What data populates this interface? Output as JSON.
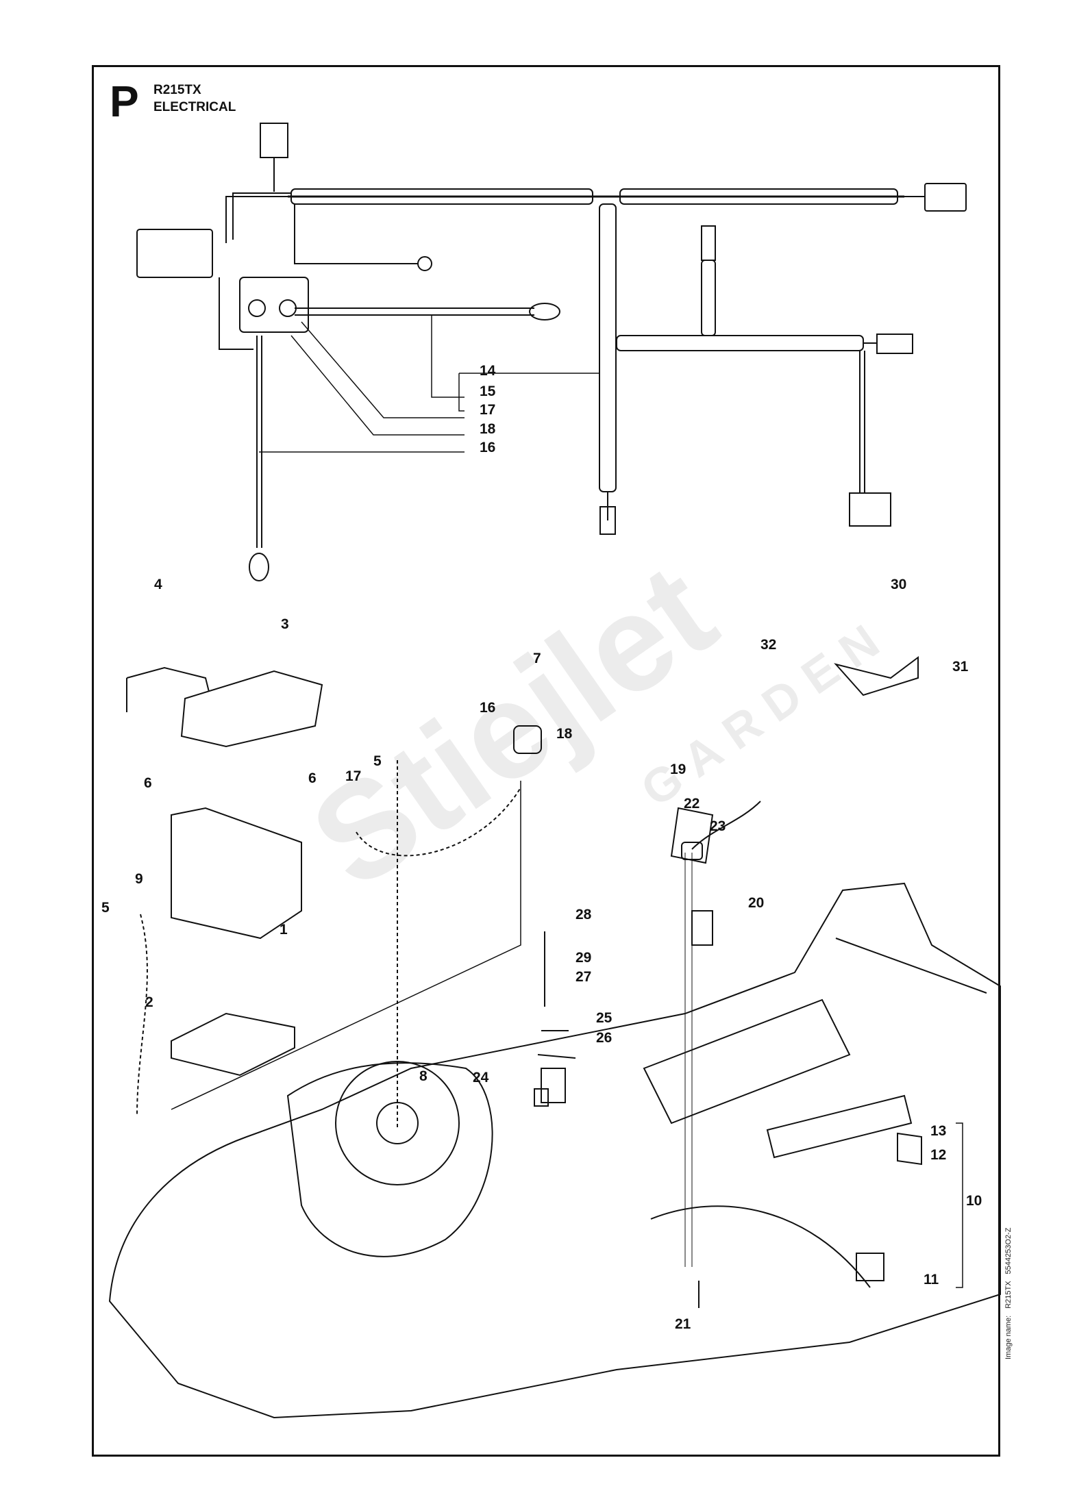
{
  "header": {
    "section_letter": "P",
    "model": "R215TX",
    "title": "ELECTRICAL"
  },
  "watermark": {
    "brand": "Stiejlet",
    "sub": "GARDEN"
  },
  "footer": {
    "image_name_label": "Image name:",
    "image_name_model": "R215TX",
    "image_code": "5544253O2-Z"
  },
  "callouts": [
    "14",
    "15",
    "17",
    "18",
    "16",
    "4",
    "3",
    "7",
    "16",
    "18",
    "30",
    "32",
    "31",
    "6",
    "6",
    "17",
    "5",
    "19",
    "22",
    "23",
    "9",
    "1",
    "5",
    "20",
    "28",
    "29",
    "27",
    "2",
    "25",
    "26",
    "8",
    "24",
    "13",
    "12",
    "10",
    "11",
    "21"
  ],
  "colors": {
    "line": "#111111",
    "frame": "#111111",
    "watermark": "#ececec"
  }
}
